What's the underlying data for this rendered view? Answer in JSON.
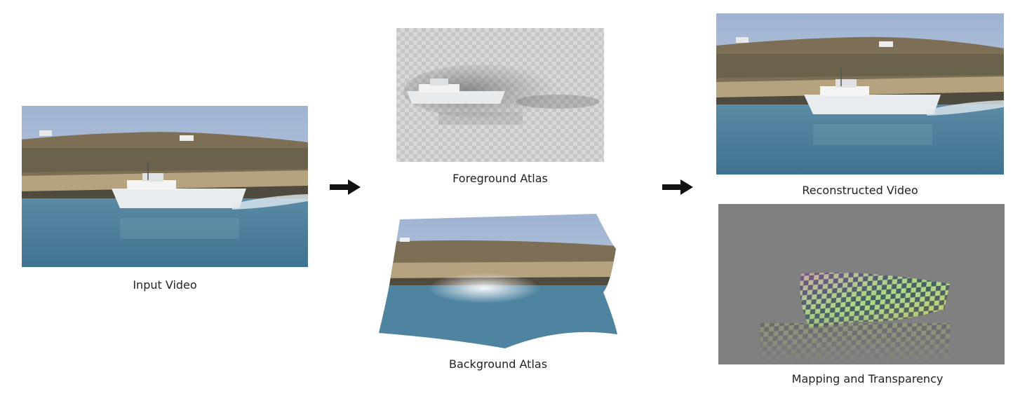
{
  "captions": {
    "input": "Input Video",
    "foreground": "Foreground Atlas",
    "background": "Background Atlas",
    "reconstructed": "Reconstructed Video",
    "mapping": "Mapping and Transparency"
  },
  "icons": {
    "arrow1": "right-arrow-icon",
    "arrow2": "right-arrow-icon"
  },
  "colors": {
    "sky": "#aebfd6",
    "land": "#8a7a5e",
    "water": "#4f7f9a",
    "mapping_bg": "#808080",
    "arrow": "#111111"
  }
}
